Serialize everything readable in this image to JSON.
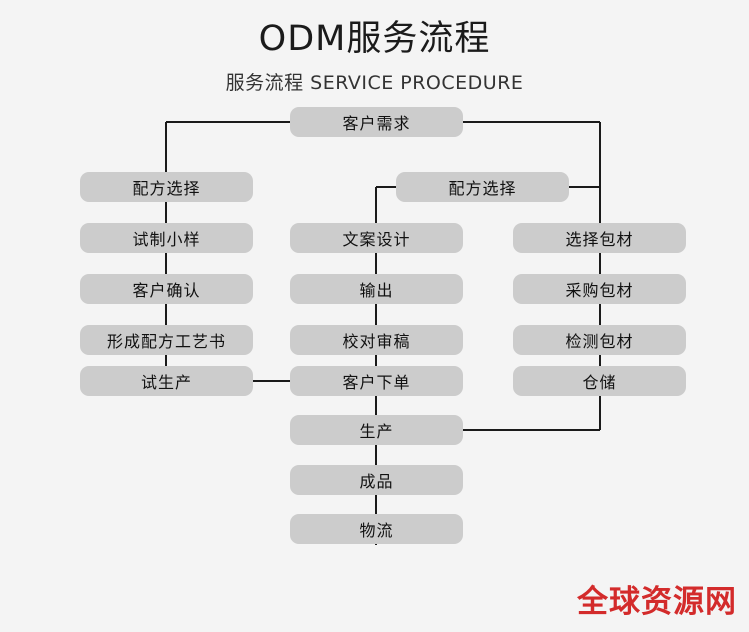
{
  "header": {
    "title": "ODM服务流程",
    "subtitle": "服务流程 SERVICE PROCEDURE"
  },
  "colors": {
    "background": "#f4f4f4",
    "node_fill": "#cccccc",
    "node_text": "#111111",
    "line": "#1a1a1a",
    "title_text": "#1b1b1b",
    "watermark": "#d32b2b"
  },
  "flow": {
    "start": {
      "label": "客户需求"
    },
    "branch_label": {
      "label": "配方选择"
    },
    "left_column": [
      {
        "label": "配方选择"
      },
      {
        "label": "试制小样"
      },
      {
        "label": "客户确认"
      },
      {
        "label": "形成配方工艺书"
      },
      {
        "label": "试生产"
      }
    ],
    "middle_column": [
      {
        "label": "文案设计"
      },
      {
        "label": "输出"
      },
      {
        "label": "校对审稿"
      },
      {
        "label": "客户下单"
      },
      {
        "label": "生产"
      },
      {
        "label": "成品"
      },
      {
        "label": "物流"
      }
    ],
    "right_column": [
      {
        "label": "选择包材"
      },
      {
        "label": "采购包材"
      },
      {
        "label": "检测包材"
      },
      {
        "label": "仓储"
      }
    ]
  },
  "watermark": {
    "text": "全球资源网"
  }
}
